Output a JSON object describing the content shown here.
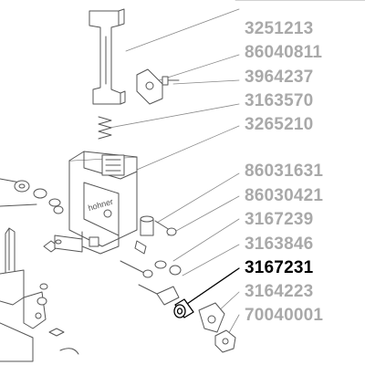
{
  "diagram": {
    "brand_text": "hohner",
    "highlight_color": "#000000",
    "label_color": "#a9a9a9",
    "part_numbers": [
      {
        "label": "3251213",
        "highlighted": false
      },
      {
        "label": "86040811",
        "highlighted": false
      },
      {
        "label": "3964237",
        "highlighted": false
      },
      {
        "label": "3163570",
        "highlighted": false
      },
      {
        "label": "3265210",
        "highlighted": false
      },
      {
        "label": "86031631",
        "highlighted": false
      },
      {
        "label": "86030421",
        "highlighted": false
      },
      {
        "label": "3167239",
        "highlighted": false
      },
      {
        "label": "3163846",
        "highlighted": false
      },
      {
        "label": "3167231",
        "highlighted": true
      },
      {
        "label": "3164223",
        "highlighted": false
      },
      {
        "label": "70040001",
        "highlighted": false
      }
    ]
  }
}
